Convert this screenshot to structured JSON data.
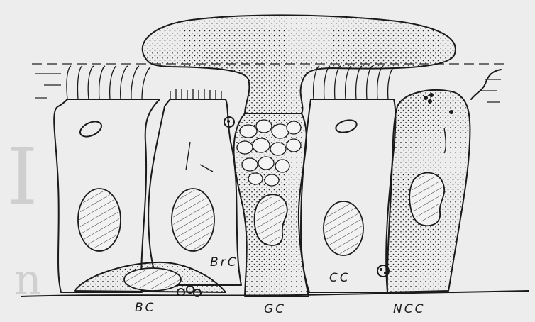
{
  "labels": {
    "basal_cell": "BC",
    "brush_cell": "BrC",
    "goblet_cell": "GC",
    "ciliated_cell": "CC",
    "non_ciliated_cell": "NCC"
  },
  "colors": {
    "paper": "#ededed",
    "ink": "#1a1a1a",
    "showthrough": "#cfcfcf"
  }
}
